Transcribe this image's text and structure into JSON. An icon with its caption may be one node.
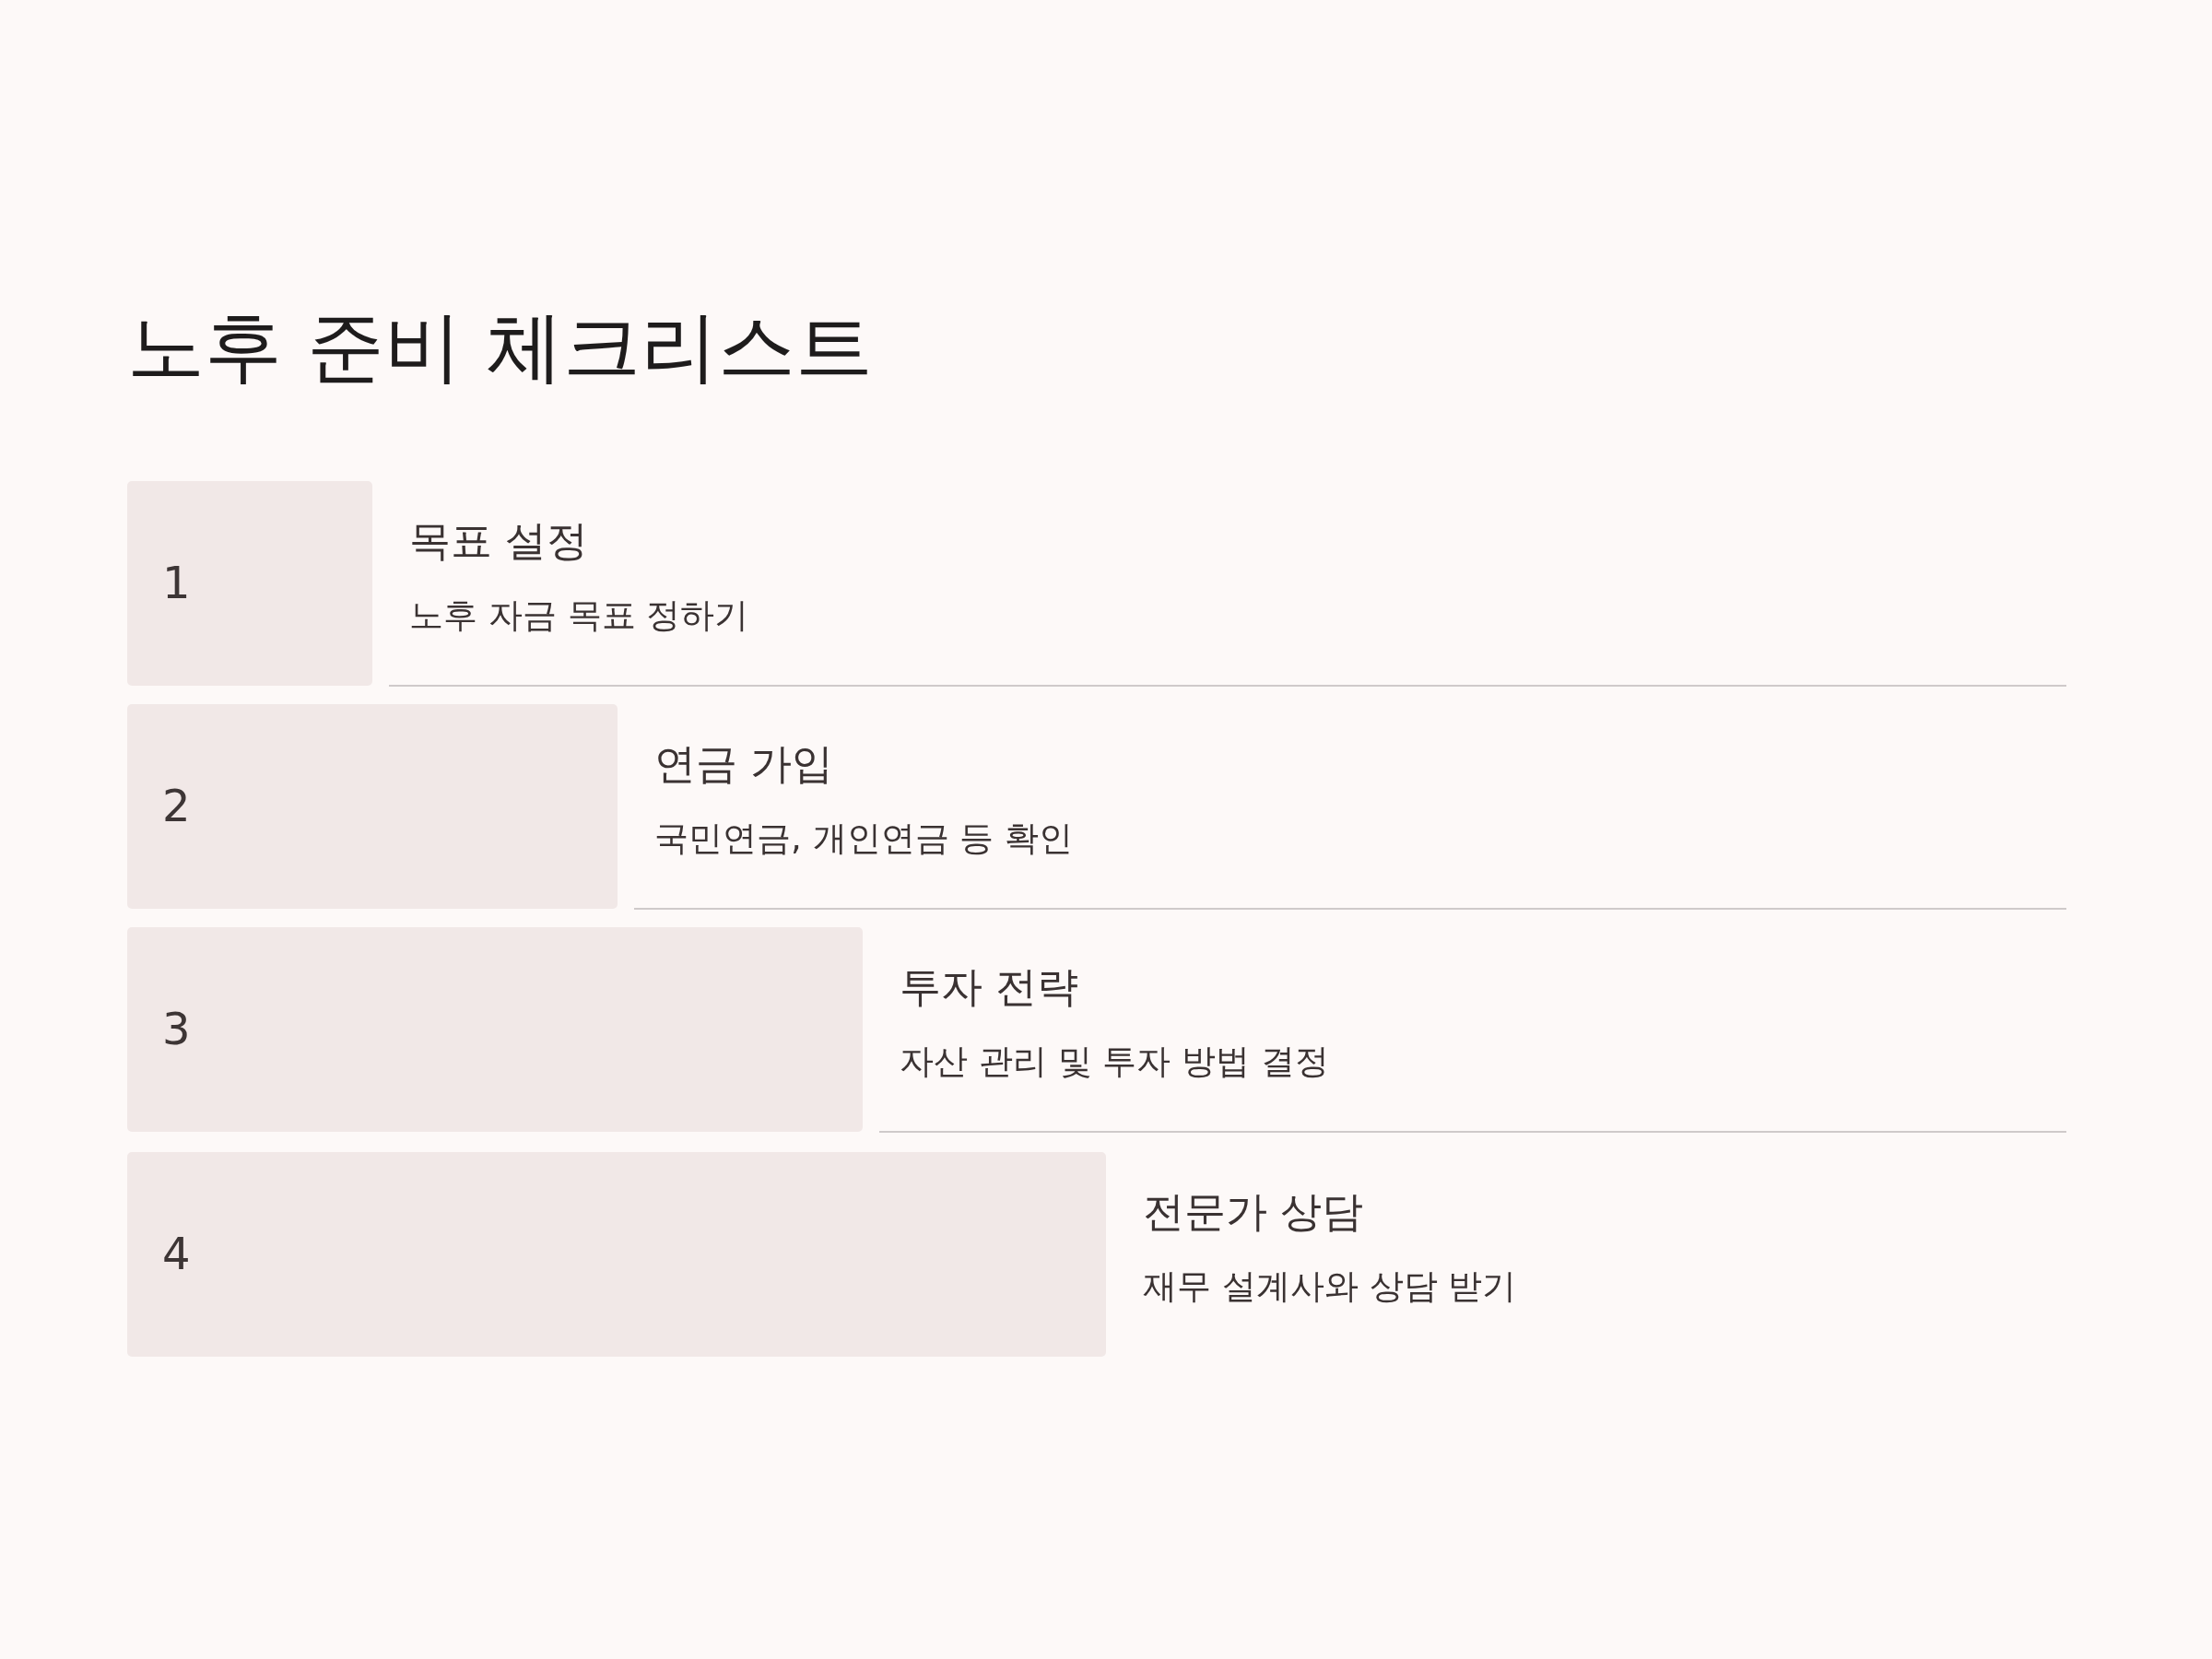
{
  "diagram": {
    "title": "노후 준비 체크리스트",
    "nodes": [
      {
        "text": [
          "1"
        ],
        "beside": [
          "목표 설정",
          "노후 자금 목표 정하기"
        ]
      },
      {
        "text": [
          "2"
        ],
        "beside": [
          "연금 가입",
          "국민연금, 개인연금 등 확인"
        ]
      },
      {
        "text": [
          "3"
        ],
        "beside": [
          "투자 전략",
          "자산 관리 및 투자 방법 결정"
        ]
      },
      {
        "text": [
          "4"
        ],
        "beside": [
          "전문가 상담",
          "재무 설계사와 상담 받기"
        ]
      }
    ]
  }
}
